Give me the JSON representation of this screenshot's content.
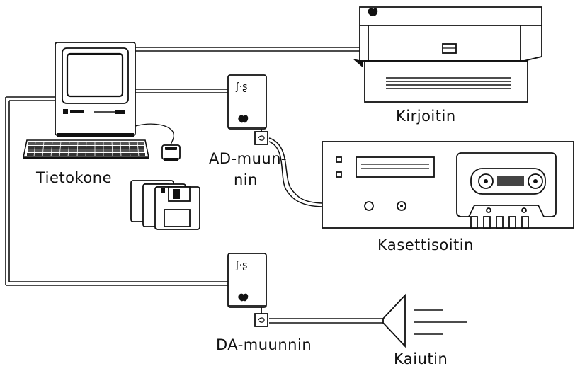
{
  "labels": {
    "computer": "Tietokone",
    "printer": "Kirjoitin",
    "ad_converter_line1": "AD-muun-",
    "ad_converter_line2": "nin",
    "cassette_player": "Kasettisoitin",
    "da_converter": "DA-muunnin",
    "speaker": "Kaiutin"
  },
  "colors": {
    "ink": "#111111",
    "paper": "#ffffff",
    "screen": "#ffffff"
  }
}
